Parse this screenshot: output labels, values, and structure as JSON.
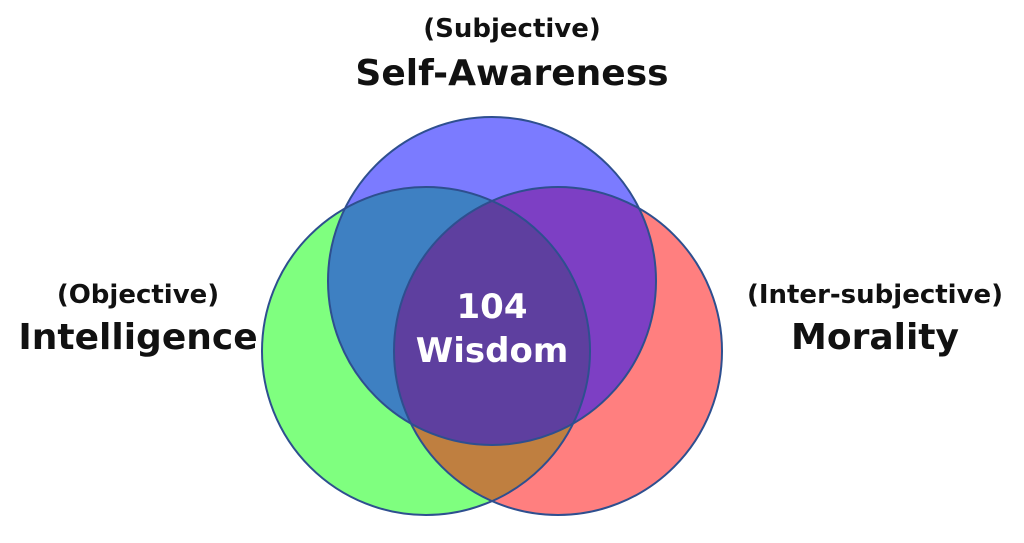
{
  "top_circle": {
    "subtitle": "(Subjective)",
    "title": "Self-Awareness",
    "color": "#7b7bff"
  },
  "left_circle": {
    "subtitle": "(Objective)",
    "title": "Intelligence",
    "color": "#7fff7f"
  },
  "right_circle": {
    "subtitle": "(Inter-subjective)",
    "title": "Morality",
    "color": "#ff7f7f"
  },
  "overlaps": {
    "top_left_color": "#3e80c2",
    "top_right_color": "#7d3fc4",
    "left_right_color": "#bf7f40",
    "center_color": "#5e3f9f"
  },
  "center": {
    "number": "104",
    "label": "Wisdom"
  },
  "outline_color": "#2e4f8f"
}
